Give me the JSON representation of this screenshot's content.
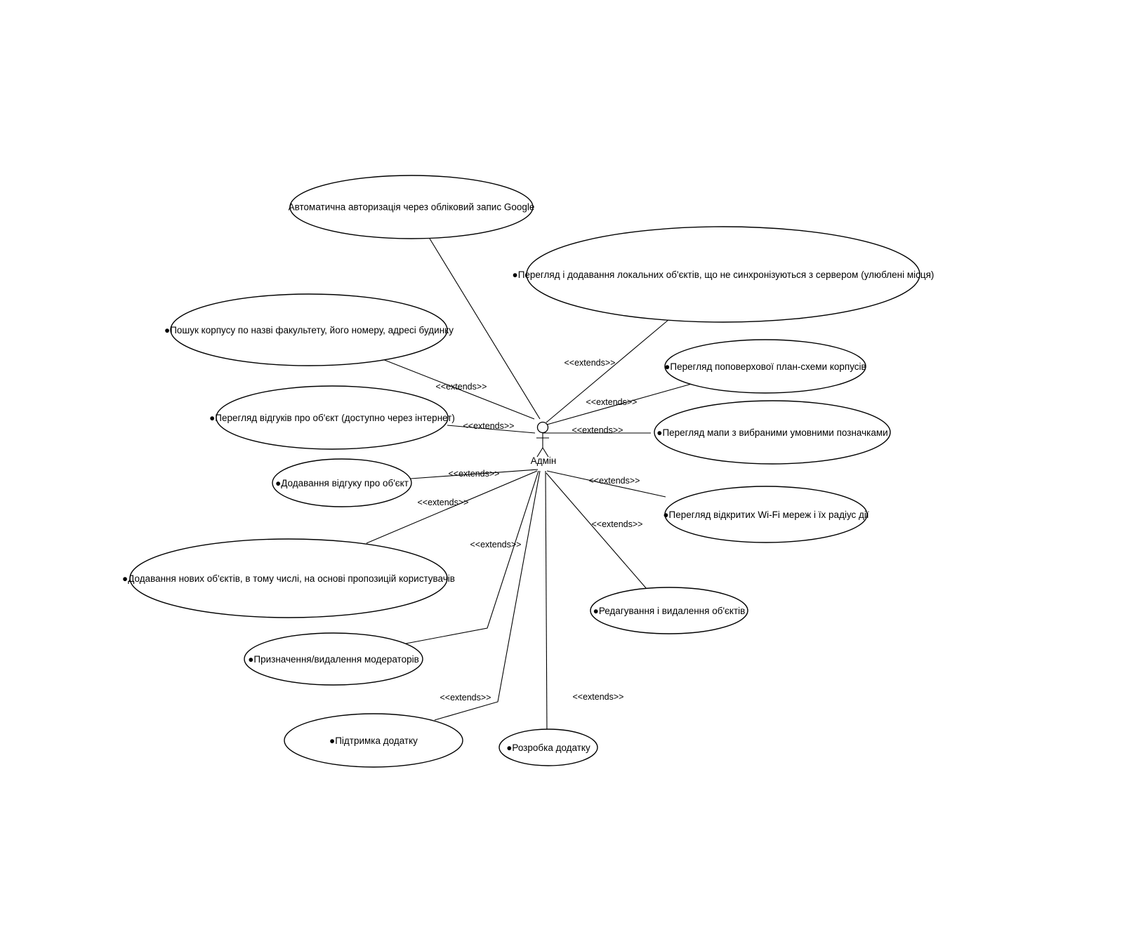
{
  "actor": {
    "name": "Адмін",
    "icon": "stick-figure-actor-icon"
  },
  "extends_label": "<<extends>>",
  "use_cases": [
    {
      "id": "uc1",
      "label": "Автоматична авторизація через обліковий запис Google",
      "bullet": false
    },
    {
      "id": "uc2",
      "label": "Перегляд і додавання локальних об'єктів, що не синхронізуються з сервером (улюблені місця)",
      "bullet": true
    },
    {
      "id": "uc3",
      "label": "Пошук корпусу по назві факультету, його номеру, адресі будинку",
      "bullet": true
    },
    {
      "id": "uc4",
      "label": "Перегляд поповерхової план-схеми корпусів",
      "bullet": true
    },
    {
      "id": "uc5",
      "label": "Перегляд відгуків про об'єкт (доступно через інтернет)",
      "bullet": true
    },
    {
      "id": "uc6",
      "label": "Перегляд мапи з вибраними умовними позначками",
      "bullet": true
    },
    {
      "id": "uc7",
      "label": "Додавання відгуку про об'єкт",
      "bullet": true
    },
    {
      "id": "uc8",
      "label": "Перегляд відкритих Wi-Fi мереж і їх радіус дії",
      "bullet": true
    },
    {
      "id": "uc9",
      "label": "Додавання нових об'єктів, в тому числі, на основі пропозицій користувачів",
      "bullet": true
    },
    {
      "id": "uc10",
      "label": "Редагування і видалення об'єктів",
      "bullet": true
    },
    {
      "id": "uc11",
      "label": "Призначення/видалення модераторів",
      "bullet": true
    },
    {
      "id": "uc12",
      "label": "Підтримка додатку",
      "bullet": true
    },
    {
      "id": "uc13",
      "label": "Розробка додатку",
      "bullet": true
    }
  ]
}
